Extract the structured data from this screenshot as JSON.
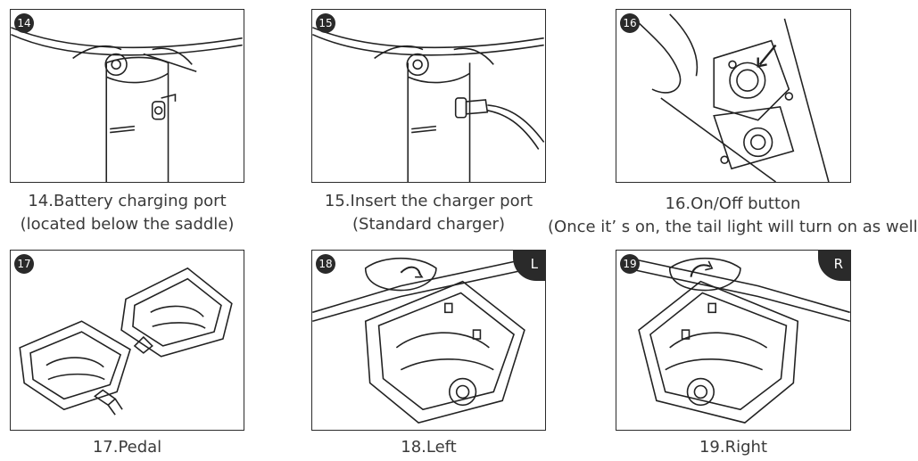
{
  "panels": [
    {
      "badge": "14",
      "line1": "14.Battery charging port",
      "line2": "(located below the saddle)"
    },
    {
      "badge": "15",
      "line1": "15.Insert the charger port",
      "line2": "(Standard charger)"
    },
    {
      "badge": "16",
      "line1": "16.On/Off button",
      "line2": "(Once it’ s on, the tail light will turn on as well.)"
    },
    {
      "badge": "17",
      "line1": "17.Pedal"
    },
    {
      "badge": "18",
      "line1": "18.Left",
      "side": "L"
    },
    {
      "badge": "19",
      "line1": "19.Right",
      "side": "R"
    }
  ]
}
